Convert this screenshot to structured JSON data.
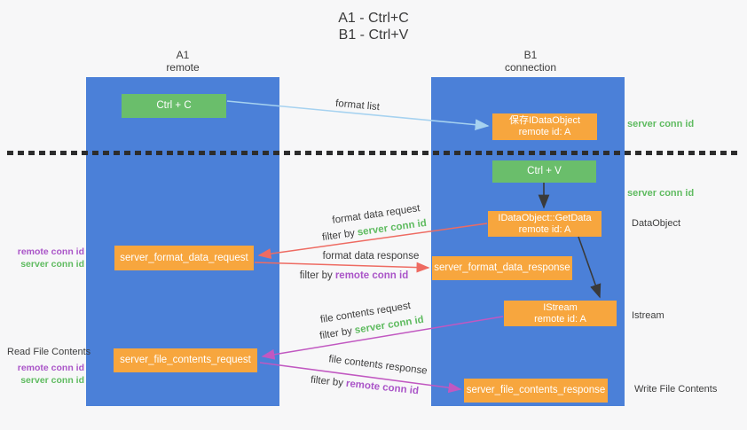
{
  "title": {
    "line1": "A1 - Ctrl+C",
    "line2": "B1 - Ctrl+V"
  },
  "columns": {
    "left": {
      "id": "A1",
      "subtitle": "remote"
    },
    "right": {
      "id": "B1",
      "subtitle": "connection"
    }
  },
  "nodes": {
    "ctrl_c": "Ctrl + C",
    "ctrl_v": "Ctrl + V",
    "save_idataobject": {
      "line1": "保存IDataObject",
      "line2": "remote id: A"
    },
    "getdata": {
      "line1": "IDataObject::GetData",
      "line2": "remote id: A"
    },
    "istream": {
      "line1": "IStream",
      "line2": "remote id: A"
    },
    "server_format_data_request": "server_format_data_request",
    "server_format_data_response": "server_format_data_response",
    "server_file_contents_request": "server_file_contents_request",
    "server_file_contents_response": "server_file_contents_response"
  },
  "edge_labels": {
    "format_list": "format list",
    "format_data_request": "format data request",
    "format_data_response": "format data response",
    "file_contents_request": "file contents request",
    "file_contents_response": "file contents response",
    "filter_by": "filter by",
    "server_conn_id": "server conn id",
    "remote_conn_id": "remote conn id"
  },
  "side_labels": {
    "right_server_conn_id_1": "server conn id",
    "right_server_conn_id_2": "server conn id",
    "dataobject": "DataObject",
    "istream": "Istream",
    "write_file_contents": "Write File Contents",
    "read_file_contents": "Read File Contents",
    "remote_conn_id": "remote conn id",
    "server_conn_id": "server conn id"
  },
  "colors": {
    "background": "#f7f7f8",
    "column_blue": "#4b80d8",
    "node_green": "#6abe6b",
    "node_orange": "#f7a63e",
    "arrow_blue": "#a6d2f0",
    "arrow_red": "#ee6b62",
    "arrow_magenta": "#c158c1",
    "arrow_black": "#3a3a3a",
    "text_dark": "#3d3d3d",
    "text_green": "#5fbb60",
    "text_purple": "#aa55c8",
    "dashed_line": "#2d2d2d",
    "node_text": "#ffffff"
  }
}
